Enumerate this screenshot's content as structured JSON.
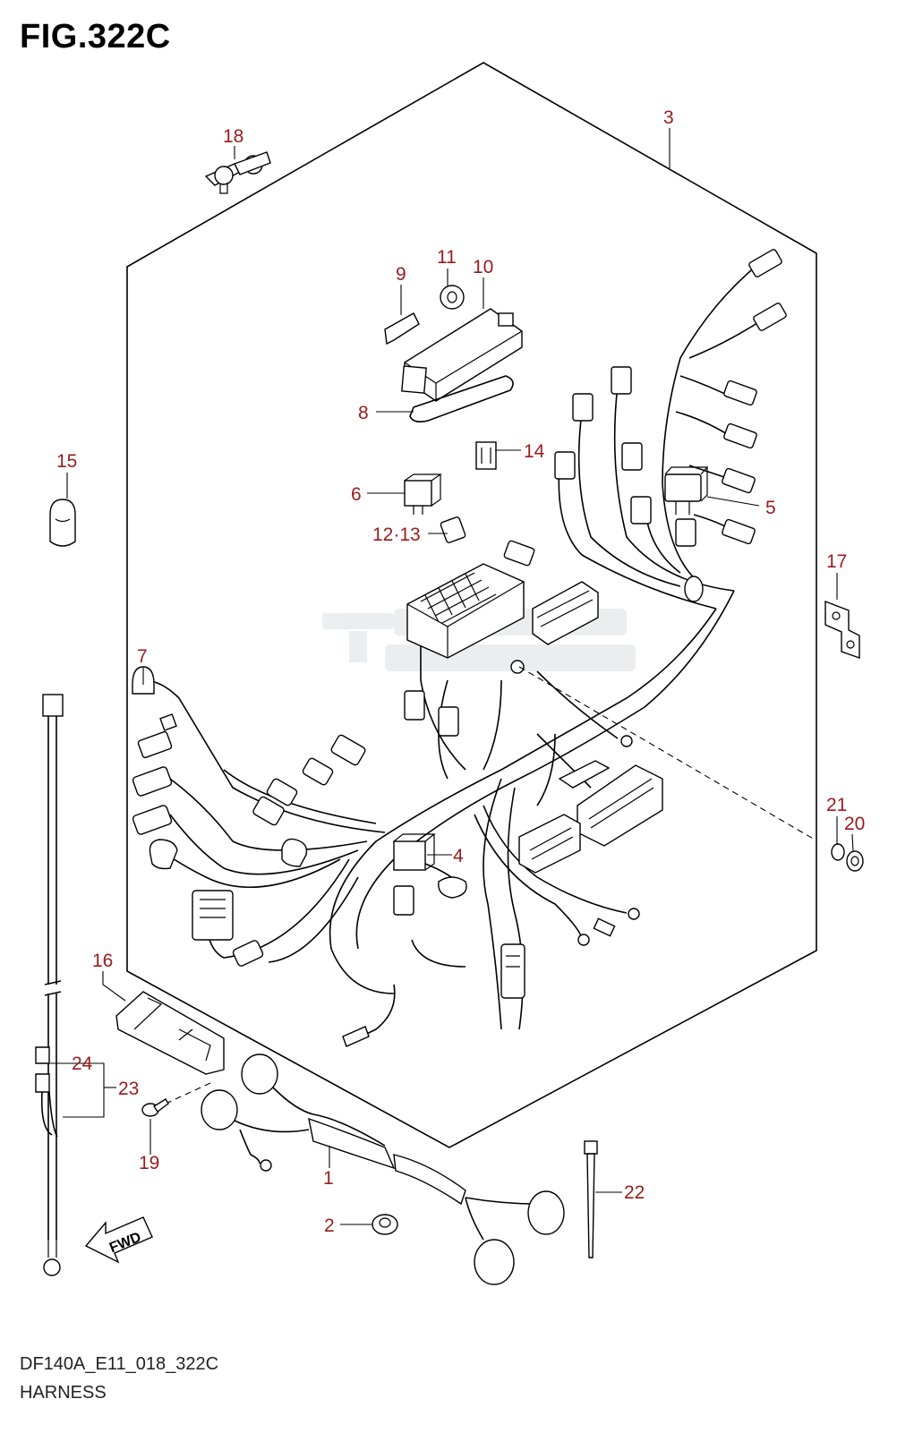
{
  "figure": {
    "title": "FIG.322C",
    "model_code": "DF140A_E11_018_322C",
    "name": "HARNESS"
  },
  "callouts": [
    "1",
    "2",
    "3",
    "4",
    "5",
    "6",
    "7",
    "8",
    "9",
    "10",
    "11",
    "12·13",
    "14",
    "15",
    "16",
    "17",
    "18",
    "19",
    "20",
    "21",
    "22",
    "23",
    "24"
  ],
  "fwd_label": "FWD",
  "colors": {
    "callout": "#9b1b1b",
    "line": "#000000",
    "watermark": "#c8cdd3"
  }
}
